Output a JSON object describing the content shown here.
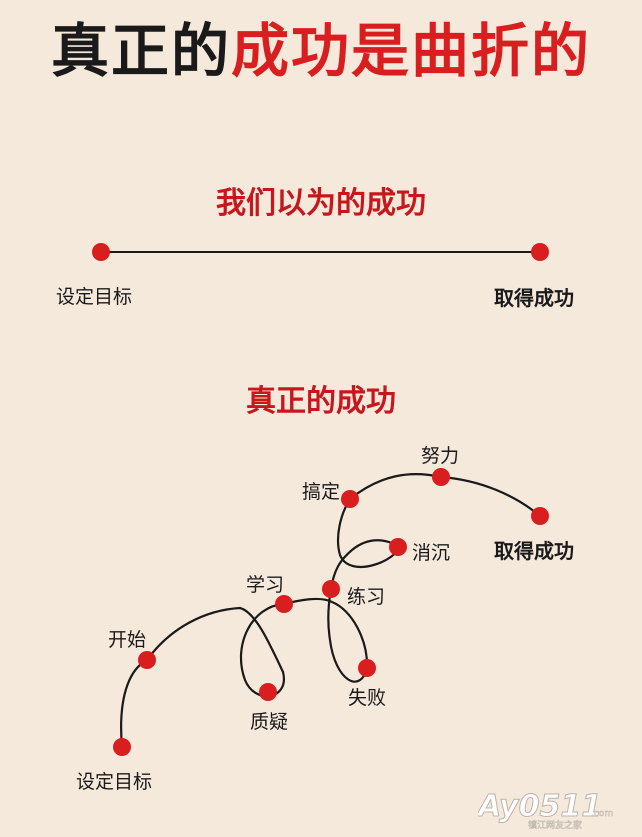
{
  "title": {
    "part1": "真正的",
    "part2": "成功是曲折的"
  },
  "section1": {
    "heading": "我们以为的成功",
    "start_label": "设定目标",
    "end_label": "取得成功"
  },
  "section2": {
    "heading": "真正的成功",
    "labels": {
      "start": "设定目标",
      "begin": "开始",
      "doubt": "质疑",
      "learn": "学习",
      "practice": "练习",
      "fail": "失败",
      "depressed": "消沉",
      "done": "搞定",
      "effort": "努力",
      "success": "取得成功"
    }
  },
  "watermark": {
    "text": "Ay0511",
    "domain": ".com",
    "tagline": "镇江网友之家"
  },
  "colors": {
    "background": "#f5e9dc",
    "accent": "#d81e1e",
    "text": "#1a1a1a"
  }
}
